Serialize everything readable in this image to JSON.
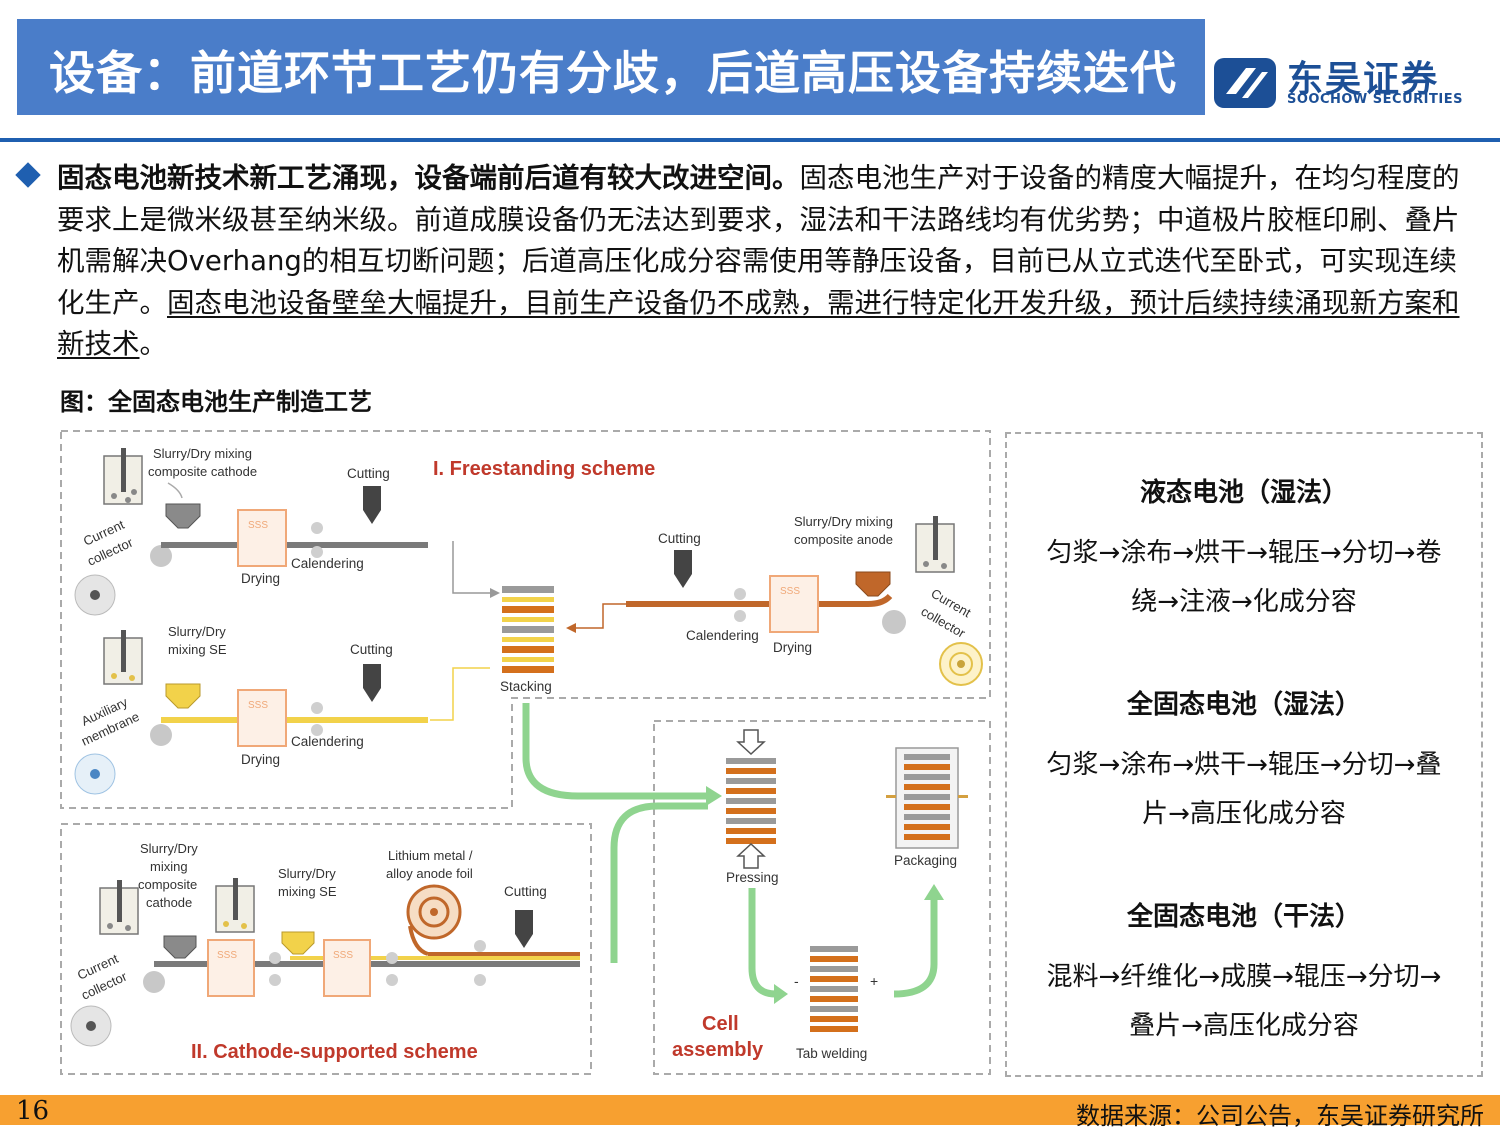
{
  "header": {
    "title": "设备：前道环节工艺仍有分歧，后道高压设备持续迭代",
    "logo_name": "东吴证券",
    "logo_en": "SOOCHOW SECURITIES"
  },
  "bullet": {
    "bold_lead": "固态电池新技术新工艺涌现，设备端前后道有较大改进空间。",
    "body": "固态电池生产对于设备的精度大幅提升，在均匀程度的要求上是微米级甚至纳米级。前道成膜设备仍无法达到要求，湿法和干法路线均有优劣势；中道极片胶框印刷、叠片机需解决Overhang的相互切断问题；后道高压化成分容需使用等静压设备，目前已从立式迭代至卧式，可实现连续化生产。",
    "underlined": "固态电池设备壁垒大幅提升，目前生产设备仍不成熟，需进行特定化开发升级，预计后续持续涌现新方案和新技术",
    "tail": "。"
  },
  "figure": {
    "caption": "图：全固态电池生产制造工艺",
    "labels": {
      "slurry_cathode_1": "Slurry/Dry mixing",
      "slurry_cathode_2": "composite cathode",
      "cutting": "Cutting",
      "scheme1": "I. Freestanding scheme",
      "current_collector_1": "Current",
      "current_collector_2": "collector",
      "calendering": "Calendering",
      "drying": "Drying",
      "slurry_anode_1": "Slurry/Dry mixing",
      "slurry_anode_2": "composite anode",
      "slurry_se_1": "Slurry/Dry",
      "slurry_se_2": "mixing SE",
      "stacking": "Stacking",
      "aux_1": "Auxiliary",
      "aux_2": "membrane",
      "pressing": "Pressing",
      "packaging": "Packaging",
      "cathode_b_1": "Slurry/Dry",
      "cathode_b_2": "mixing",
      "cathode_b_3": "composite",
      "cathode_b_4": "cathode",
      "li_1": "Lithium metal /",
      "li_2": "alloy anode foil",
      "cell_1": "Cell",
      "cell_2": "assembly",
      "tab_welding": "Tab welding",
      "minus": "-",
      "plus": "+",
      "scheme2": "II. Cathode-supported scheme",
      "sss": "SSS"
    }
  },
  "routes": [
    {
      "heading": "液态电池（湿法）",
      "lines": [
        "匀浆→涂布→烘干→辊压→分切→卷",
        "绕→注液→化成分容"
      ]
    },
    {
      "heading": "全固态电池（湿法）",
      "lines": [
        "匀浆→涂布→烘干→辊压→分切→叠",
        "片→高压化成分容"
      ]
    },
    {
      "heading": "全固态电池（干法）",
      "lines": [
        "混料→纤维化→成膜→辊压→分切→",
        "叠片→高压化成分容"
      ]
    }
  ],
  "footer": {
    "page": "16",
    "source": "数据来源：公司公告，东吴证券研究所"
  },
  "colors": {
    "title_bg": "#4a7dc9",
    "brand_blue": "#1f5fb0",
    "footer_orange": "#f7a030",
    "scheme_red": "#c0392b",
    "flow_green": "#8fd48f",
    "anode_orange": "#d4701c",
    "se_yellow": "#f2d24a"
  }
}
